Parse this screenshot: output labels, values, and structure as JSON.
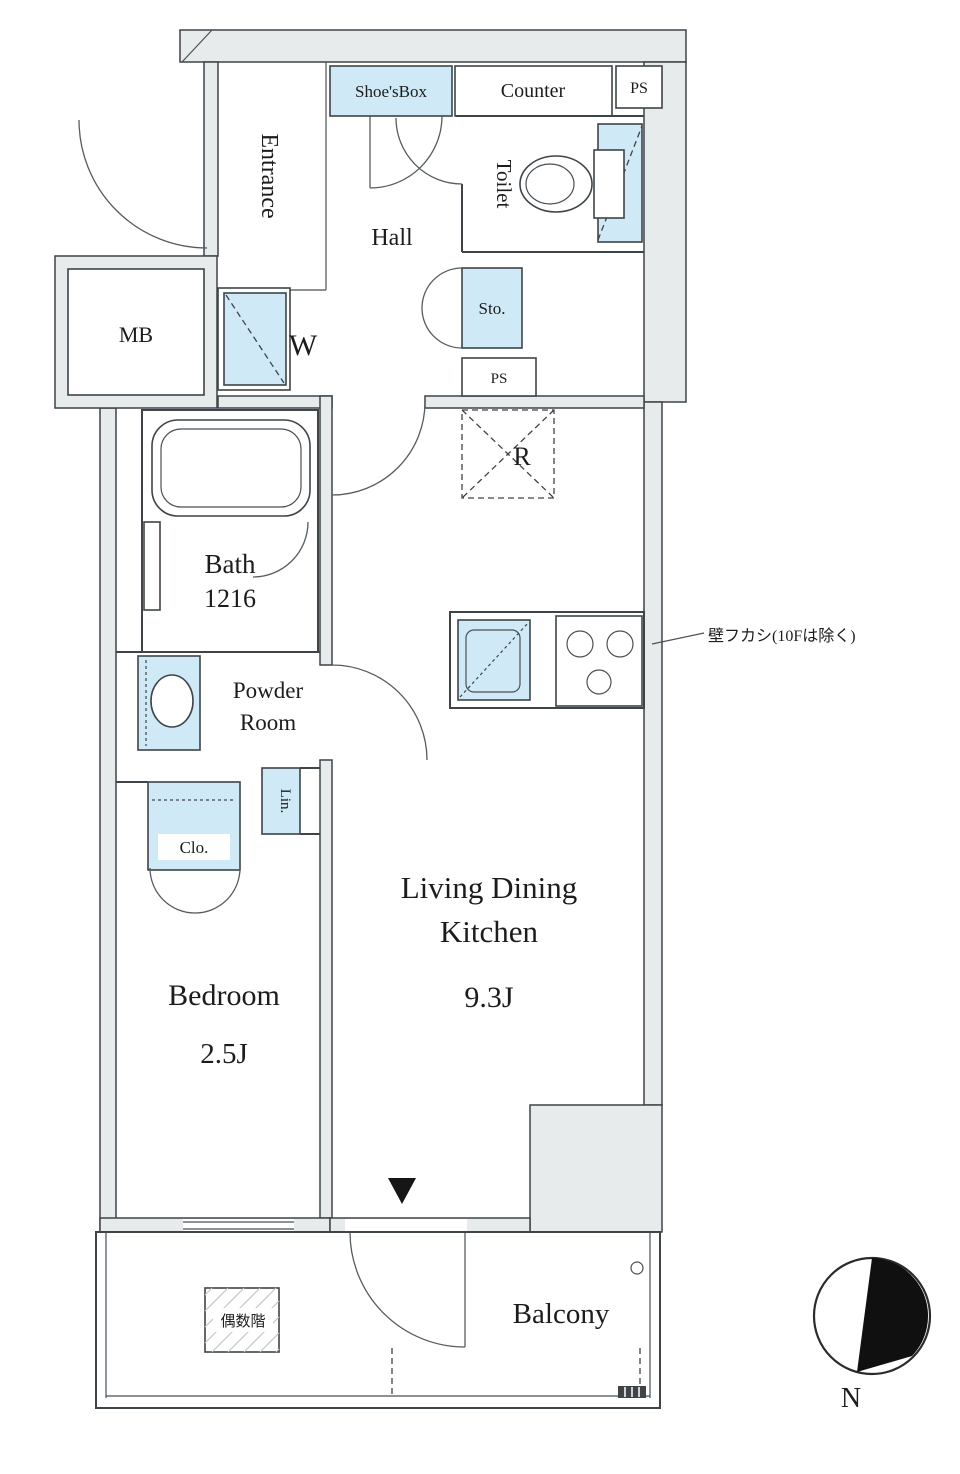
{
  "rooms": {
    "entrance": "Entrance",
    "mb": "MB",
    "shoes_box": "Shoe'sBox",
    "counter": "Counter",
    "ps_top": "PS",
    "toilet": "Toilet",
    "hall": "Hall",
    "storage": "Sto.",
    "ps_mid": "PS",
    "washer": "W",
    "refrigerator": "R",
    "bath_name": "Bath",
    "bath_size": "1216",
    "powder_1": "Powder",
    "powder_2": "Room",
    "linen": "Lin.",
    "closet": "Clo.",
    "bedroom_name": "Bedroom",
    "bedroom_size": "2.5J",
    "ldk_1": "Living Dining",
    "ldk_2": "Kitchen",
    "ldk_size": "9.3J",
    "balcony": "Balcony"
  },
  "annotations": {
    "wall_furring": "壁フカシ(10Fは除く)",
    "even_floor": "偶数階",
    "compass_north": "N"
  },
  "colors": {
    "fixture_blue": "#cfe9f7",
    "wall_gray": "#e8ebec",
    "line_dark": "#3e4448"
  }
}
